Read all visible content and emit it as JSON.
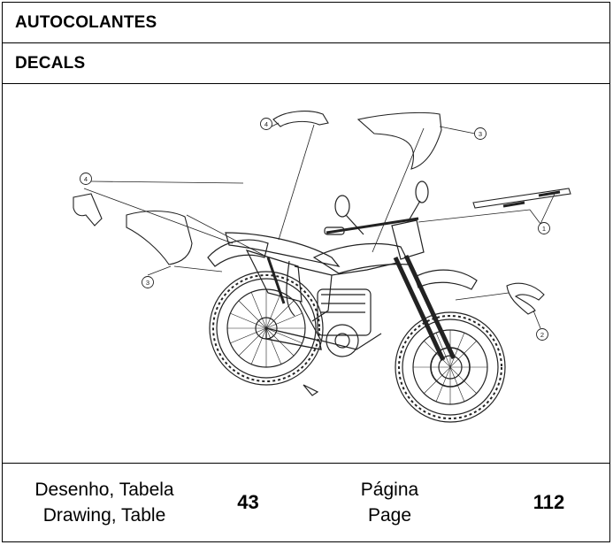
{
  "header": {
    "title_pt": "AUTOCOLANTES",
    "title_en": "DECALS"
  },
  "callouts": [
    "1",
    "2",
    "3",
    "3",
    "4",
    "4"
  ],
  "footer": {
    "drawing_label_pt": "Desenho, Tabela",
    "drawing_label_en": "Drawing, Table",
    "drawing_number": "43",
    "page_label_pt": "Página",
    "page_label_en": "Page",
    "page_number": "112"
  }
}
